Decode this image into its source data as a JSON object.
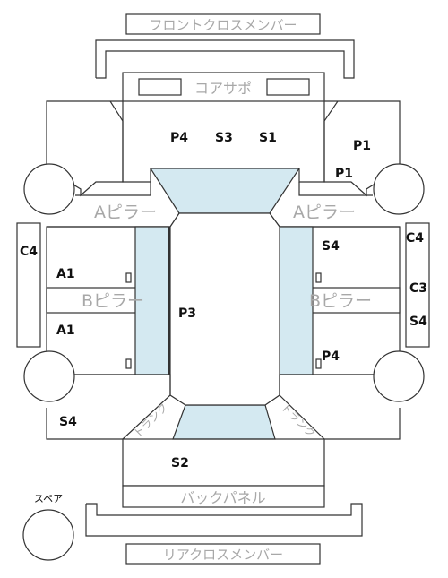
{
  "title_front_member": "フロントクロスメンバー",
  "title_rear_member": "リアクロスメンバー",
  "core_support": "コアサポ",
  "back_panel": "バックパネル",
  "spare": "スペア",
  "a_pillar_left": "Aピラー",
  "a_pillar_right": "Aピラー",
  "b_pillar_left": "Bピラー",
  "b_pillar_right": "Bピラー",
  "trunk_left": "トランク",
  "trunk_right": "トランク",
  "codes": {
    "p4_top": "P4",
    "s3_top": "S3",
    "s1_top": "S1",
    "p1_right_a": "P1",
    "p1_right_b": "P1",
    "c4_left": "C4",
    "c4_right": "C4",
    "a1_upper": "A1",
    "a1_lower": "A1",
    "s4_right_upper": "S4",
    "c3_right": "C3",
    "s4_right_outer": "S4",
    "p3_center": "P3",
    "p4_right": "P4",
    "s4_left_lower": "S4",
    "s2_rear": "S2"
  },
  "colors": {
    "line": "#333333",
    "glass": "#d4e9f1",
    "gray_text": "#a8a8a8",
    "label_text": "#111111"
  }
}
